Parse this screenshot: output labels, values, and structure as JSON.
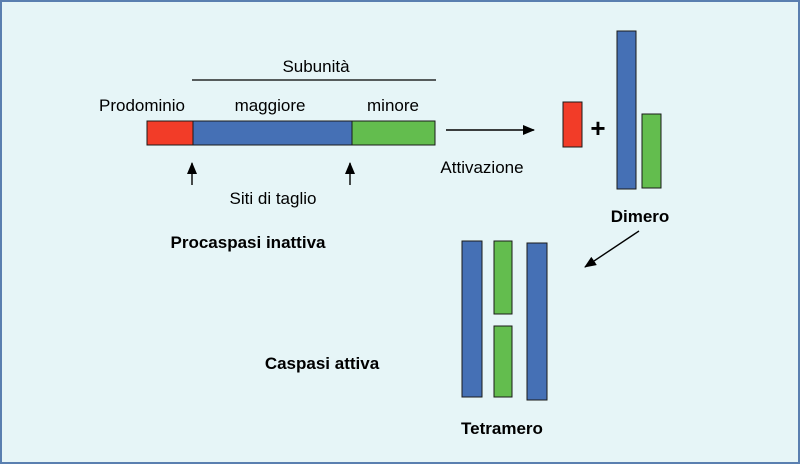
{
  "colors": {
    "background": "#e6f5f7",
    "border": "#5a7fb0",
    "red": "#f23c28",
    "blue": "#4570b5",
    "green": "#63bd4e",
    "outline": "#1a1a1a"
  },
  "procaspase": {
    "header": "Subunità",
    "labels": {
      "prodomain": "Prodominio",
      "large": "maggiore",
      "small": "minore"
    },
    "cleavage_label": "Siti di taglio",
    "caption": "Procaspasi inattiva"
  },
  "activation": {
    "label": "Attivazione",
    "plus": "+"
  },
  "dimer": {
    "caption": "Dimero"
  },
  "tetramer": {
    "caption": "Tetramero",
    "side_label": "Caspasi attiva"
  }
}
